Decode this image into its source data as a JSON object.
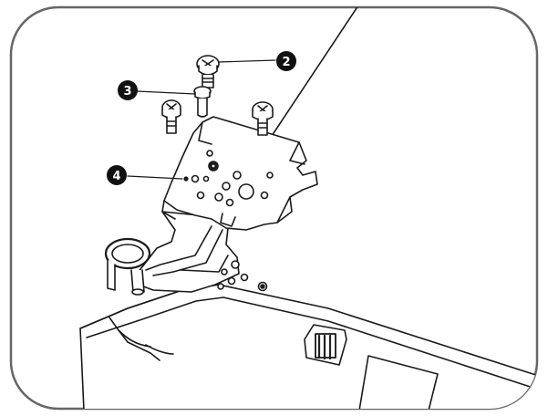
{
  "callouts": [
    {
      "id": "screw-2",
      "label": "2"
    },
    {
      "id": "spacer-3",
      "label": "3"
    },
    {
      "id": "bracket-4",
      "label": "4"
    }
  ],
  "colors": {
    "line": "#1a1a1a",
    "frame": "#555555",
    "fill": "#ffffff",
    "dark": "#222222"
  }
}
